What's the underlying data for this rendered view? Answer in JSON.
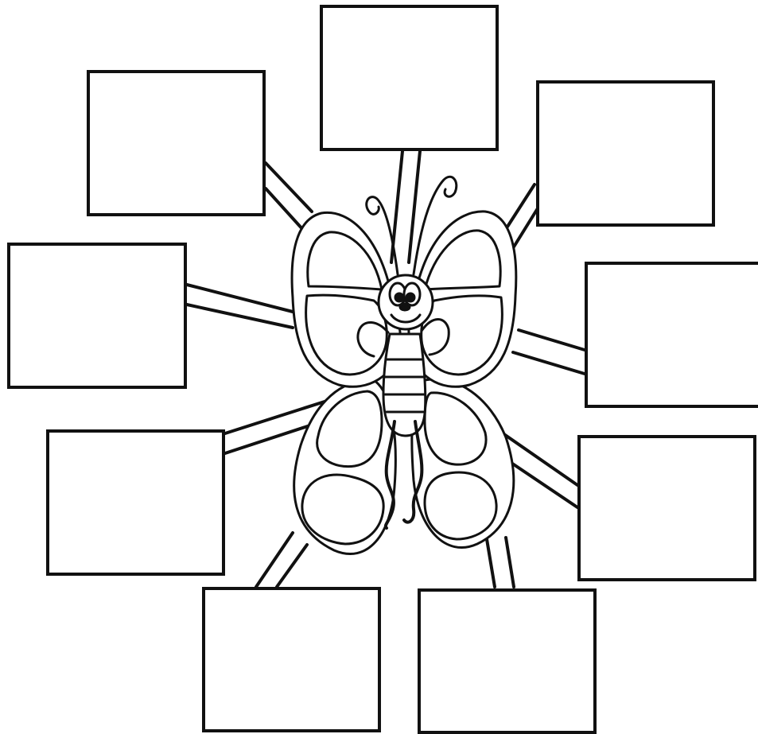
{
  "diagram": {
    "boxes": [
      {
        "id": "box-1",
        "text": ""
      },
      {
        "id": "box-2",
        "text": ""
      },
      {
        "id": "box-3",
        "text": ""
      },
      {
        "id": "box-4",
        "text": ""
      },
      {
        "id": "box-5",
        "text": ""
      },
      {
        "id": "box-6",
        "text": ""
      },
      {
        "id": "box-7",
        "text": ""
      },
      {
        "id": "box-8",
        "text": ""
      },
      {
        "id": "box-9",
        "text": ""
      }
    ],
    "line_color": "#111111",
    "fill_color": "#ffffff"
  }
}
